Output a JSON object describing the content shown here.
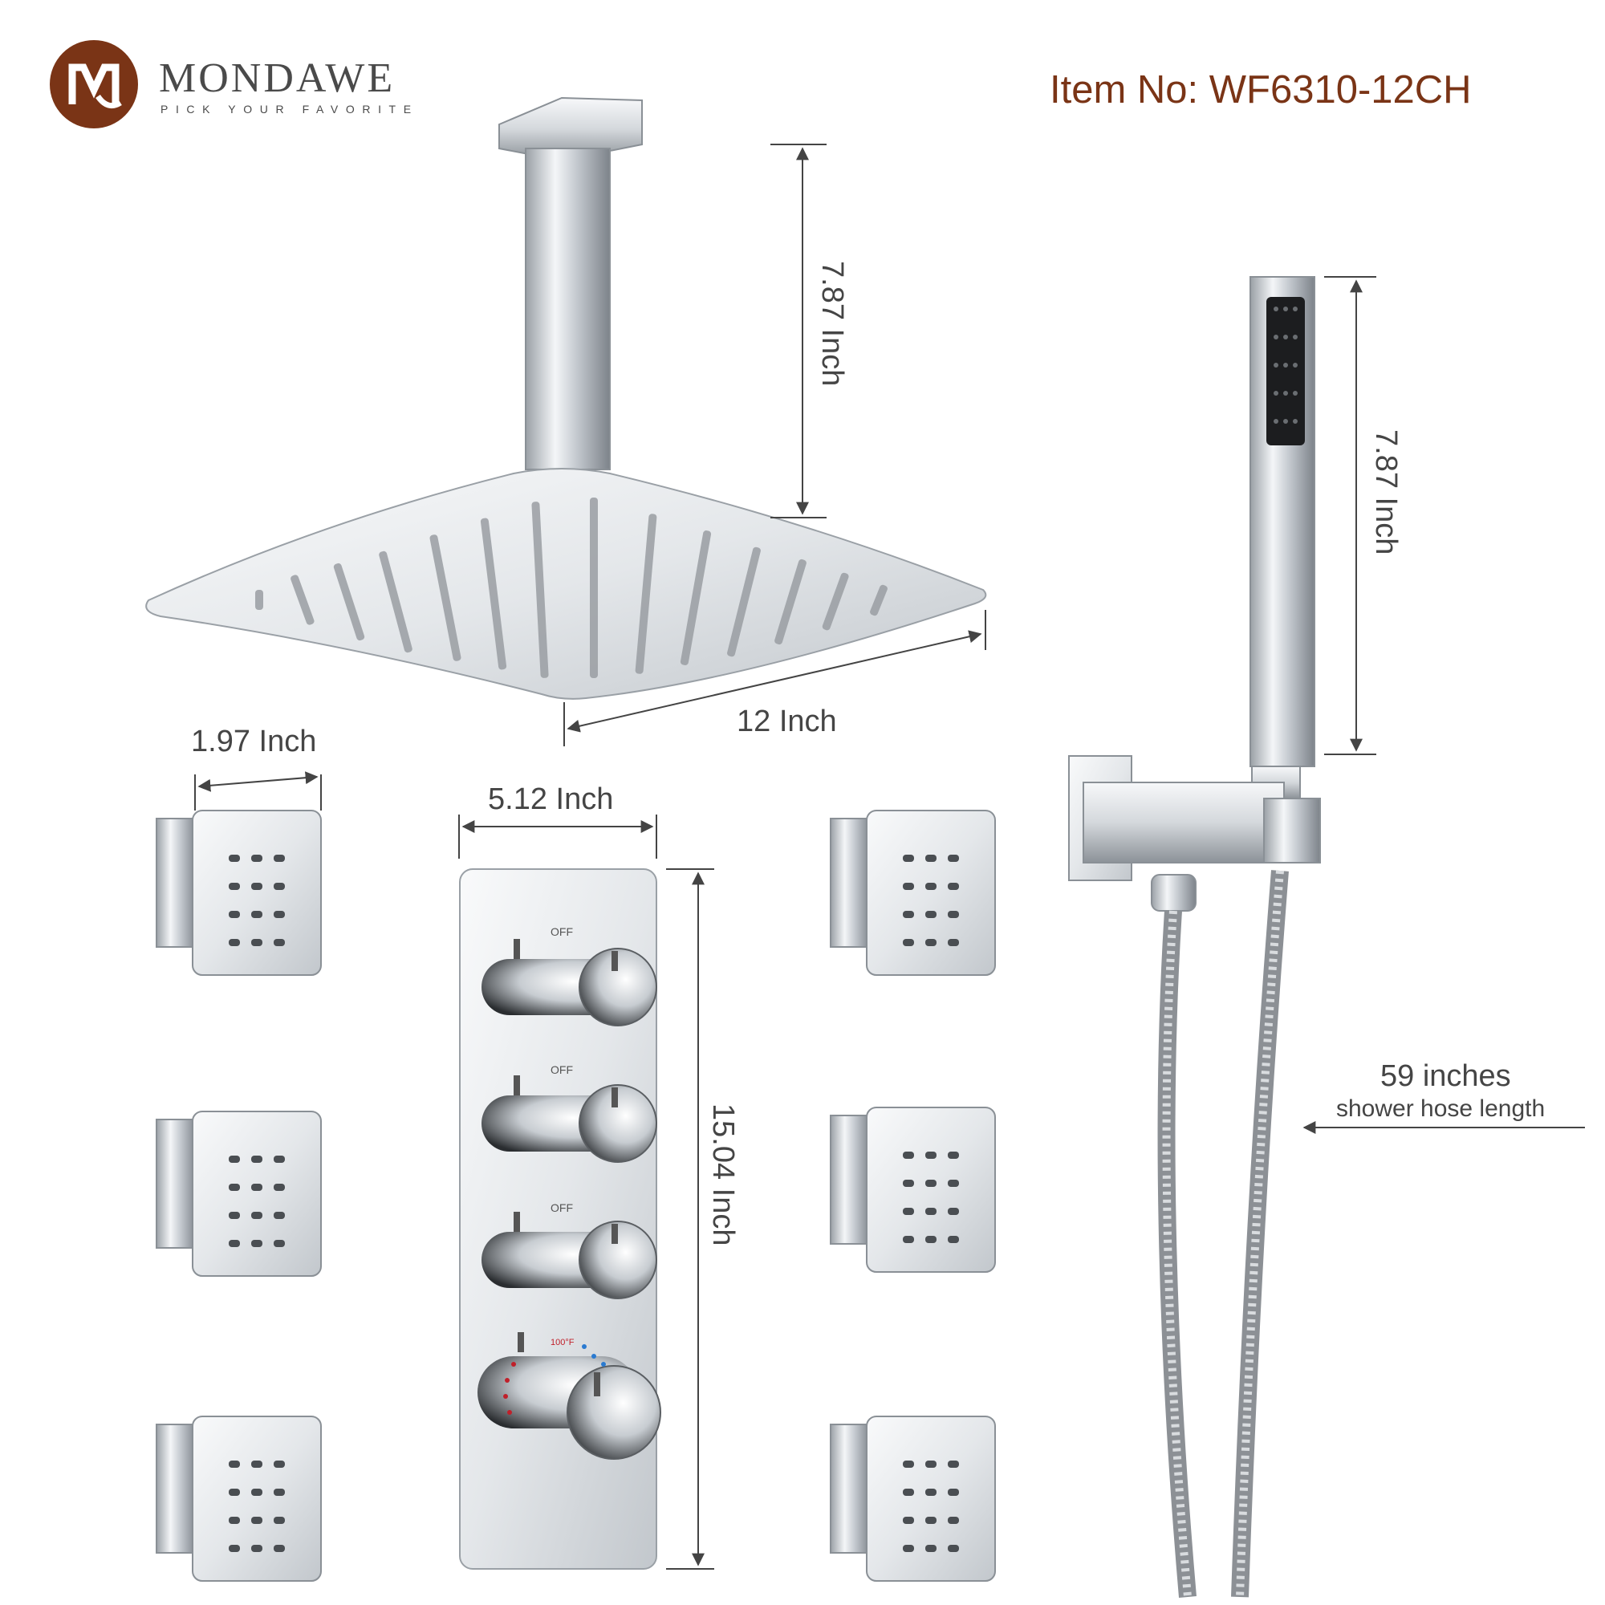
{
  "brand": {
    "name": "MONDAWE",
    "tagline": "PICK YOUR FAVORITE",
    "colors": {
      "brand": "#7a3416",
      "chrome": "#c8ccd0",
      "dark": "#1a1a1a"
    }
  },
  "item_no": "Item No: WF6310-12CH",
  "dimensions": {
    "rain_head_arm_height": "7.87 Inch",
    "rain_head_width": "12 Inch",
    "handheld_height": "7.87 Inch",
    "body_jet_width": "1.97 Inch",
    "valve_panel_width": "5.12 Inch",
    "valve_panel_height": "15.04 Inch",
    "hose_length": "59 inches",
    "hose_length_label": "shower hose length"
  },
  "valve": {
    "off_labels": [
      "OFF",
      "OFF",
      "OFF"
    ],
    "temp_label": "100°F"
  },
  "icons": {
    "logo": "mondawe-logo-icon",
    "rain_head": "rain-shower-head-icon",
    "handheld": "handheld-shower-icon",
    "body_jet": "body-jet-icon",
    "valve": "thermostatic-valve-icon",
    "hose": "shower-hose-icon"
  }
}
